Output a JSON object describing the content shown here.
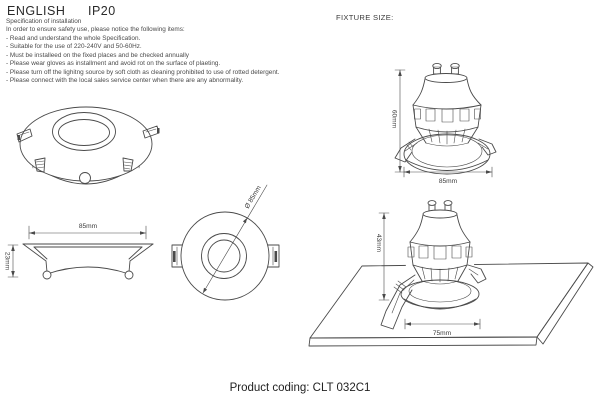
{
  "header": {
    "language": "ENGLISH",
    "ip_rating": "IP20",
    "fixture_size_label": "FIXTURE SIZE:"
  },
  "specification": {
    "title": "Specification of installation",
    "intro": "In order to ensure safety use, please notice the following items:",
    "items": [
      "- Read and understand the whole Specification.",
      "- Suitable for the use of 220-240V and 50-60Hz.",
      "- Must be installeed on the fixed places and be checked annually",
      "- Please wear gloves as installment and avoid rot on the surface of plaeting.",
      "- Please turn off the lighitng source by soft cloth as cleaning prohibited to use of rotted detergent.",
      "- Please connect with the local sales service center when there are any abnormality."
    ]
  },
  "drawings": {
    "trim_ring_side": {
      "width": "85mm",
      "height": "23mm"
    },
    "trim_ring_front": {
      "diameter": "Ø 85mm"
    },
    "fixture_front": {
      "height": "60mm",
      "width": "85mm"
    },
    "fixture_installed": {
      "protrusion_height": "43mm",
      "cutout_width": "75mm"
    }
  },
  "footer": {
    "product_coding": "Product coding: CLT 032C1"
  }
}
